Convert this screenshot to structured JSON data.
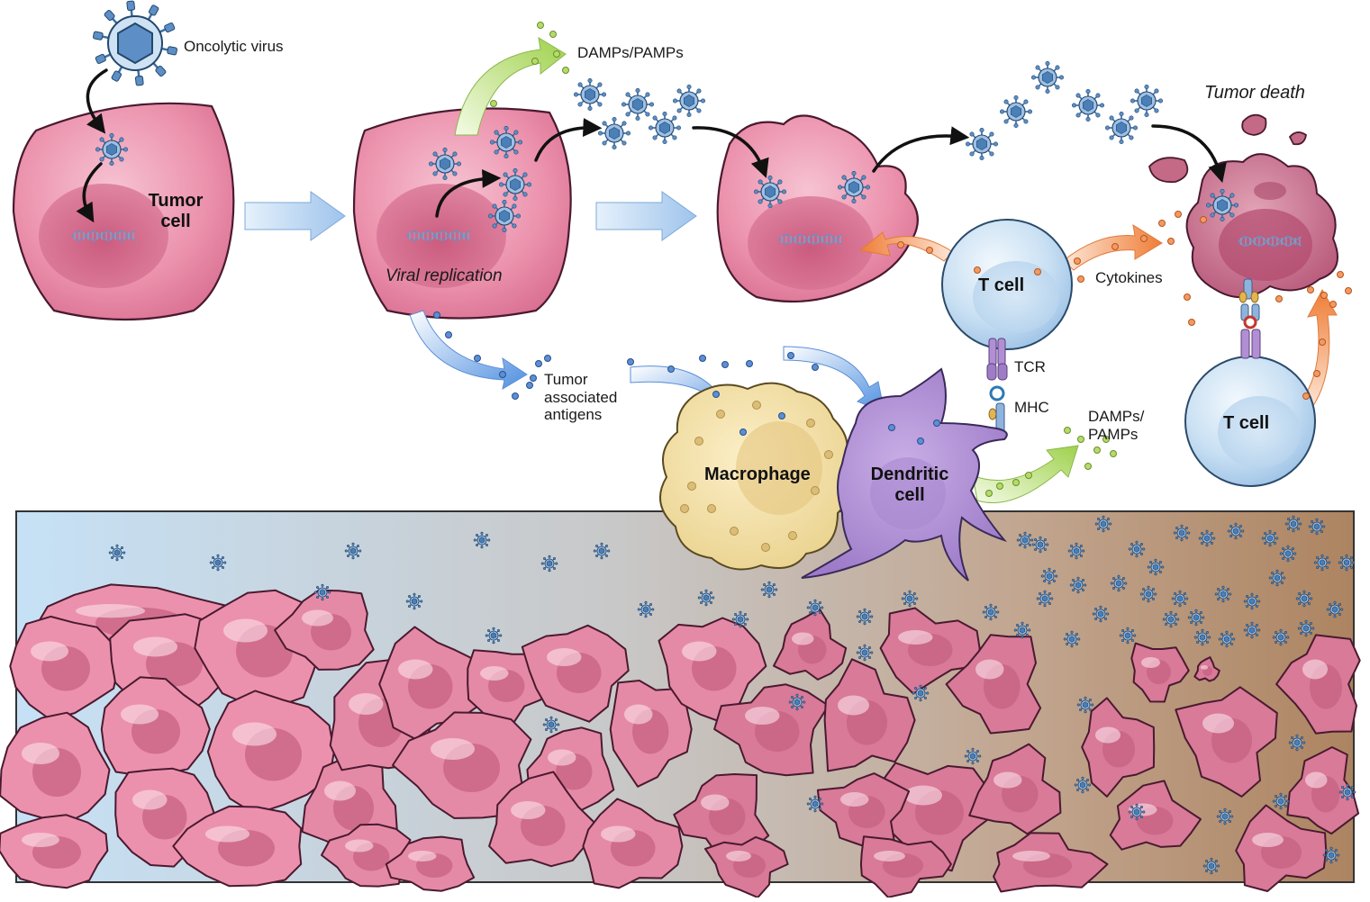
{
  "labels": {
    "oncolytic_virus": "Oncolytic virus",
    "tumor_cell": "Tumor\ncell",
    "viral_replication": "Viral replication",
    "damps_pamps_top": "DAMPs/PAMPs",
    "tumor_death": "Tumor death",
    "t_cell_center": "T cell",
    "t_cell_right": "T cell",
    "cytokines": "Cytokines",
    "tcr": "TCR",
    "mhc": "MHC",
    "tumor_associated_antigens": "Tumor\nassociated\nantigens",
    "macrophage": "Macrophage",
    "dendritic_cell": "Dendritic\ncell",
    "damps_pamps_bottom": "DAMPs/\nPAMPs"
  },
  "colors": {
    "tumor_cell_pink": "#e98aa6",
    "tumor_cell_dark": "#c2567a",
    "dying_tumor": "#c46a86",
    "t_cell_blue": "#bcd7ee",
    "virus_blue": "#5d8fc6",
    "macrophage_yellow": "#f1dc9a",
    "dendritic_purple": "#b89ad6",
    "damps_green": "#a8d35a",
    "cytokine_orange": "#f08a4b",
    "antigen_blue": "#5b8fd6",
    "process_arrow": "#a9c9ee",
    "tissue_left": "#cfe4f5",
    "tissue_right": "#b08a69"
  }
}
